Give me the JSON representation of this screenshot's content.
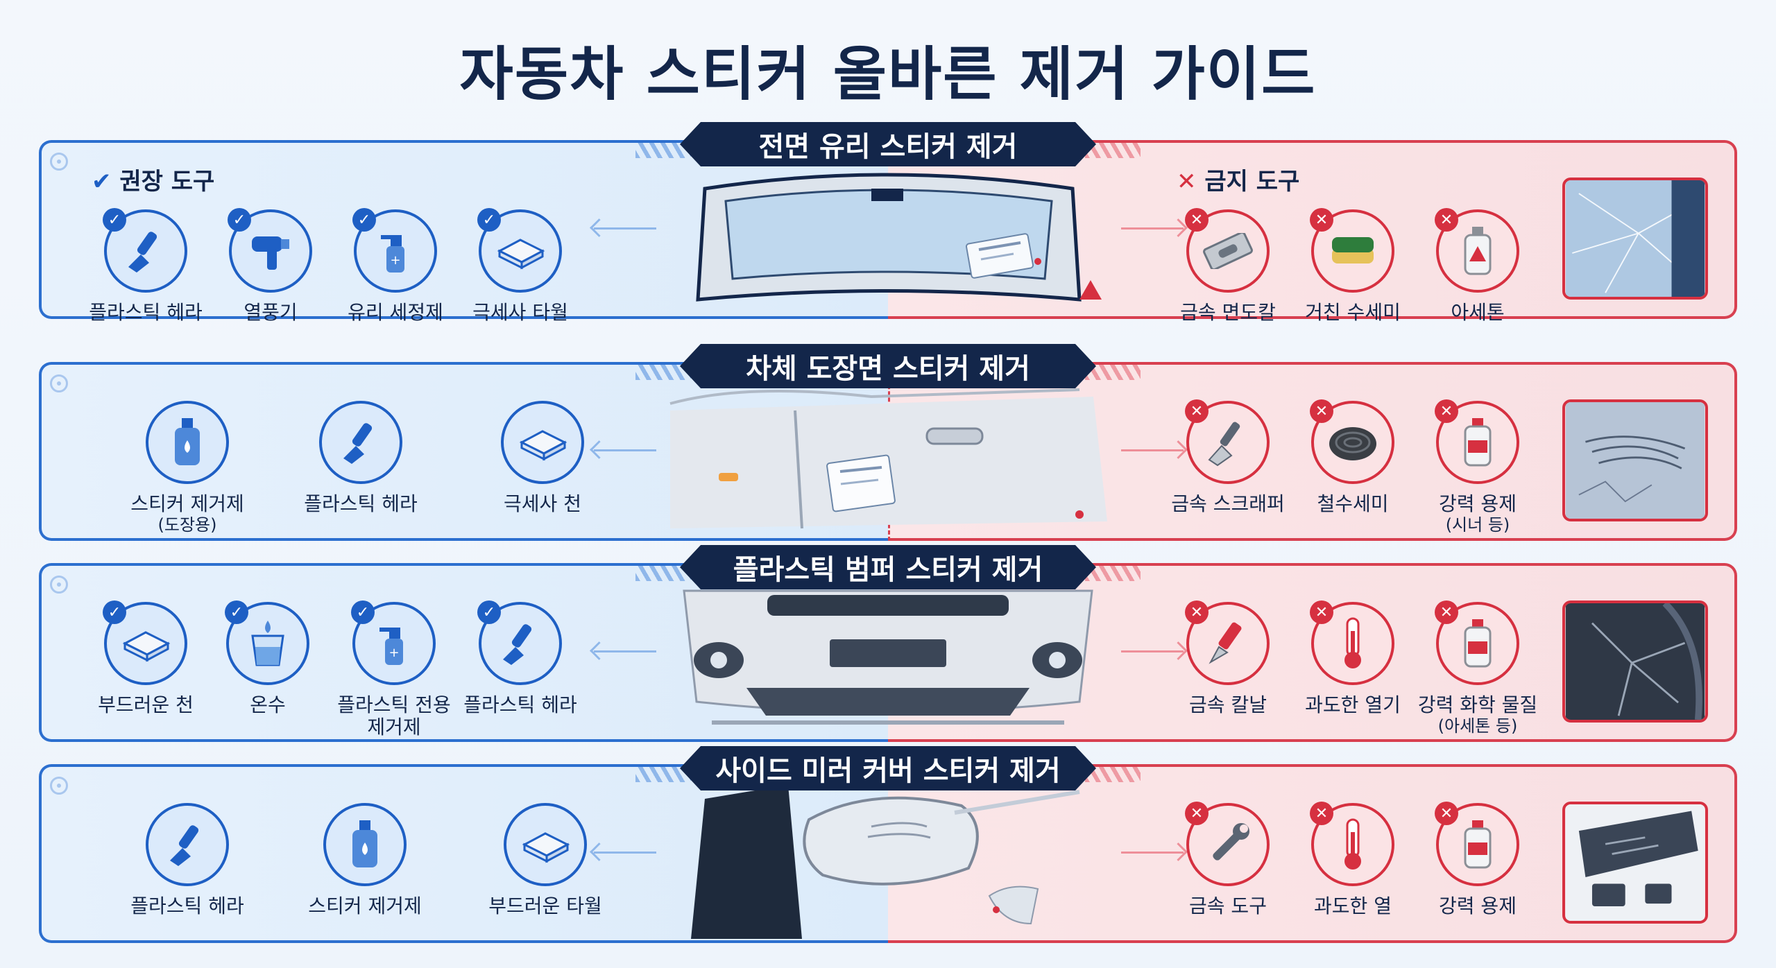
{
  "title": "자동차 스티커 올바른 제거 가이드",
  "labels": {
    "recommended": "권장 도구",
    "forbidden": "금지 도구"
  },
  "marks": {
    "check": "✔",
    "cross": "✕"
  },
  "colors": {
    "navy": "#13264a",
    "blue": "#1e5fc4",
    "red": "#d63040"
  },
  "sections": [
    {
      "title": "전면 유리 스티커 제거",
      "good": [
        {
          "label": "플라스틱 헤라",
          "icon": "scraper-icon"
        },
        {
          "label": "열풍기",
          "icon": "heat-gun-icon"
        },
        {
          "label": "유리 세정제",
          "icon": "spray-bottle-icon"
        },
        {
          "label": "극세사 타월",
          "icon": "towel-icon"
        }
      ],
      "bad": [
        {
          "label": "금속 면도칼",
          "icon": "razor-blade-icon"
        },
        {
          "label": "거친 수세미",
          "icon": "scrub-sponge-icon"
        },
        {
          "label": "아세톤",
          "icon": "chemical-bottle-icon"
        }
      ]
    },
    {
      "title": "차체 도장면 스티커 제거",
      "good": [
        {
          "label": "스티커 제거제",
          "sub": "(도장용)",
          "icon": "remover-bottle-icon"
        },
        {
          "label": "플라스틱 헤라",
          "icon": "scraper-icon"
        },
        {
          "label": "극세사 천",
          "icon": "towel-icon"
        }
      ],
      "bad": [
        {
          "label": "금속 스크래퍼",
          "icon": "metal-scraper-icon"
        },
        {
          "label": "철수세미",
          "icon": "steel-wool-icon"
        },
        {
          "label": "강력 용제",
          "sub": "(시너 등)",
          "icon": "chemical-bottle-icon"
        }
      ]
    },
    {
      "title": "플라스틱 범퍼 스티커 제거",
      "good": [
        {
          "label": "부드러운 천",
          "icon": "towel-icon"
        },
        {
          "label": "온수",
          "icon": "water-cup-icon"
        },
        {
          "label": "플라스틱 전용",
          "sub": "제거제",
          "icon": "spray-bottle-icon"
        },
        {
          "label": "플라스틱 헤라",
          "icon": "scraper-icon"
        }
      ],
      "bad": [
        {
          "label": "금속 칼날",
          "icon": "utility-knife-icon"
        },
        {
          "label": "과도한 열기",
          "icon": "thermometer-icon"
        },
        {
          "label": "강력 화학 물질",
          "sub": "(아세톤 등)",
          "icon": "chemical-bottle-icon"
        }
      ]
    },
    {
      "title": "사이드 미러 커버 스티커 제거",
      "good": [
        {
          "label": "플라스틱 헤라",
          "icon": "scraper-icon"
        },
        {
          "label": "스티커 제거제",
          "icon": "remover-bottle-icon"
        },
        {
          "label": "부드러운 타월",
          "icon": "towel-icon"
        }
      ],
      "bad": [
        {
          "label": "금속 도구",
          "icon": "wrench-icon"
        },
        {
          "label": "과도한 열",
          "icon": "thermometer-icon"
        },
        {
          "label": "강력 용제",
          "icon": "chemical-bottle-icon"
        }
      ]
    }
  ]
}
